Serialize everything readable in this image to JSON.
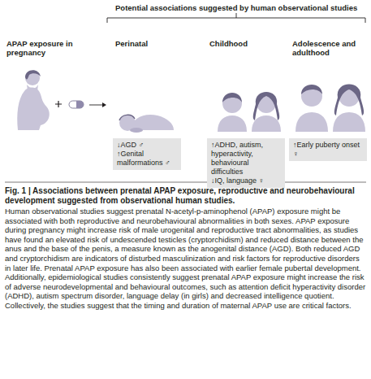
{
  "diagram": {
    "title": "Potential associations suggested by human observational studies",
    "caption": "Fig. 1 | Associations between prenatal APAP exposure, reproductive and neurobehavioural development suggested from observational human studies.",
    "nodes": [
      {
        "text": [
          "↓AGD ♂",
          "↑Genital malformations ♂"
        ]
      },
      {
        "text": [
          "↑ADHD, autism, hyperactivity, behavioural difficulties",
          "↓IQ, language ♀"
        ]
      },
      {
        "text": [
          "↑Early puberty onset ♀"
        ]
      }
    ],
    "labels": [
      "APAP exposure in pregnancy",
      "Perinatal",
      "Childhood",
      "Adolescence and adulthood",
      "Human observational studies suggest prenatal N-acetyl-p-aminophenol (APAP) exposure might be associated with both reproductive and neurobehavioural abnormalities in both sexes. APAP exposure during pregnancy might increase risk of male urogenital and reproductive tract abnormalities, as studies have found an elevated risk of undescended testicles (cryptorchidism) and reduced distance between the anus and the base of the penis, a measure known as the anogenital distance (AGD). Both reduced AGD and cryptorchidism are indicators of disturbed masculinization and risk factors for reproductive disorders in later life. Prenatal APAP exposure has also been associated with earlier female pubertal development. Additionally, epidemiological studies consistently suggest prenatal APAP exposure might increase the risk of adverse neurodevelopmental and behavioural outcomes, such as attention deficit hyperactivity disorder (ADHD), autism spectrum disorder, language delay (in girls) and decreased intelligence quotient. Collectively, the studies suggest that the timing and duration of maternal APAP use are critical factors."
    ]
  }
}
